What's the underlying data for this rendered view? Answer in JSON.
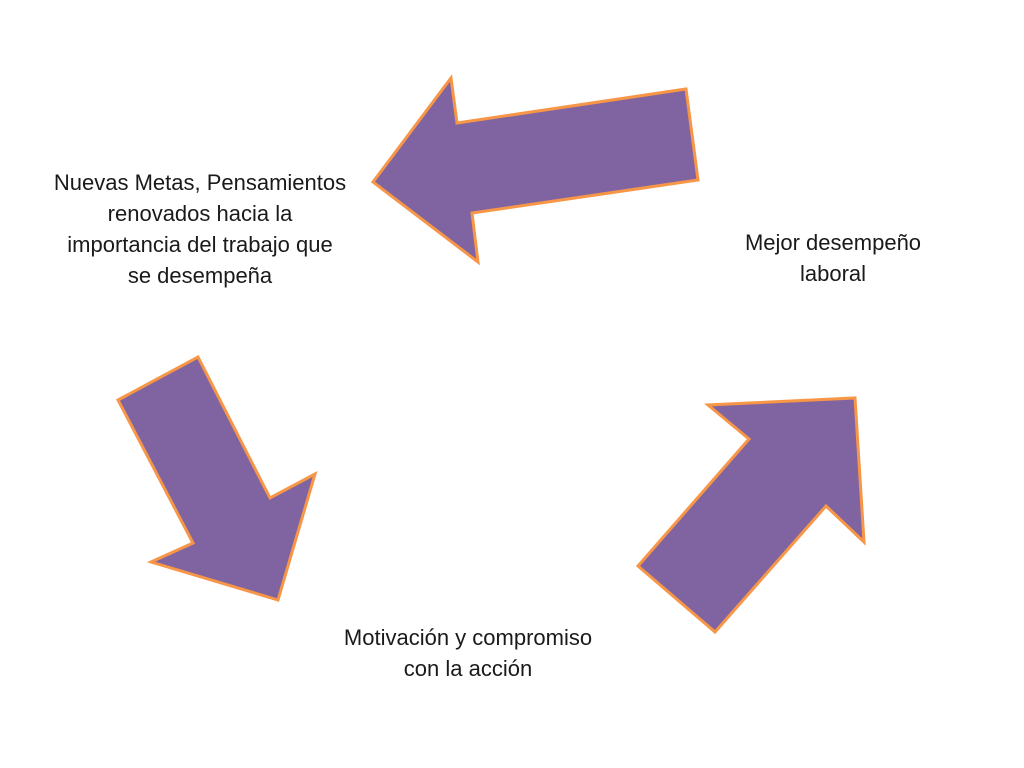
{
  "diagram": {
    "type": "cycle",
    "colors": {
      "arrow_fill": "#8064A2",
      "arrow_outline": "#F79646",
      "text": "#1a1a1a",
      "background": "#ffffff"
    },
    "nodes": {
      "top_left": {
        "lines": [
          "Nuevas Metas, Pensamientos",
          "renovados hacia la",
          "importancia del trabajo que",
          "se desempeña"
        ]
      },
      "right": {
        "lines": [
          "Mejor desempeño",
          "laboral"
        ]
      },
      "bottom": {
        "lines": [
          "Motivación y compromiso",
          "con la acción"
        ]
      }
    },
    "arrows": [
      {
        "from": "right",
        "to": "top_left",
        "direction": "left"
      },
      {
        "from": "top_left",
        "to": "bottom",
        "direction": "down-right"
      },
      {
        "from": "bottom",
        "to": "right",
        "direction": "up-right"
      }
    ]
  }
}
